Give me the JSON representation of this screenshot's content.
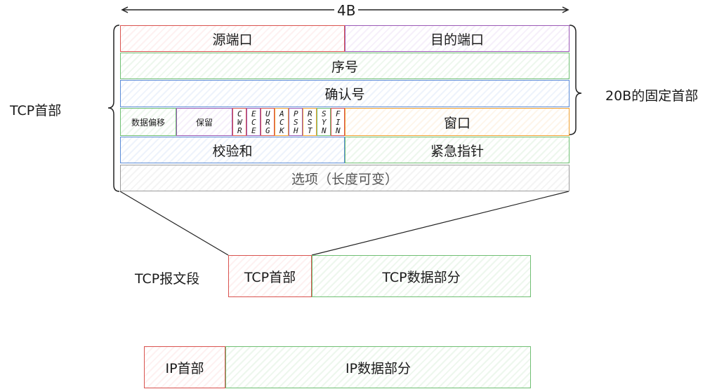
{
  "width_label": "4B",
  "tcp_header_label": "TCP首部",
  "fixed_label": "20B的固定首部",
  "rows": {
    "src_port": "源端口",
    "dst_port": "目的端口",
    "seq": "序号",
    "ack": "确认号",
    "data_offset": "数据偏移",
    "reserved": "保留",
    "flags": [
      "CWR",
      "ECE",
      "URG",
      "ACK",
      "PSH",
      "RST",
      "SYN",
      "FIN"
    ],
    "window": "窗口",
    "checksum": "校验和",
    "urgent": "紧急指针",
    "options": "选项（长度可变）"
  },
  "segment": {
    "label": "TCP报文段",
    "header": "TCP首部",
    "data": "TCP数据部分"
  },
  "ip": {
    "header": "IP首部",
    "data": "IP数据部分"
  }
}
